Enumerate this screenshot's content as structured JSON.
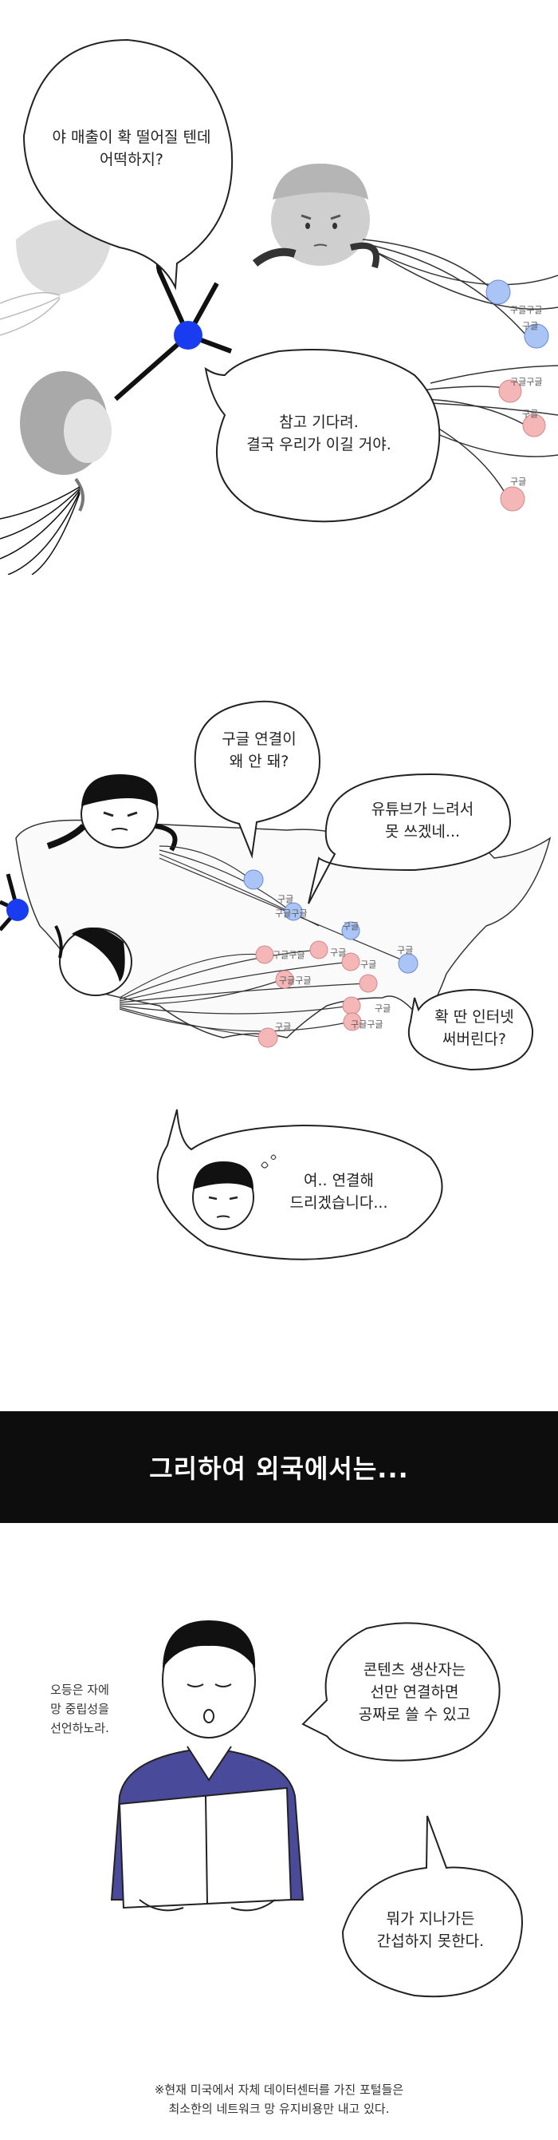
{
  "panel1": {
    "bubble_top": "야 매출이 확 떨어질 텐데\n어떡하지?",
    "bubble_bottom": "참고 기다려.\n결국 우리가 이길 거야.",
    "balloon_tags": [
      "구글구글",
      "구글",
      "구글구글",
      "구글",
      "구글"
    ]
  },
  "panel2": {
    "bubble_google": "구글 연결이\n왜 안 돼?",
    "bubble_youtube": "유튜브가 느려서\n못 쓰겠네...",
    "bubble_internet": "확 딴 인터넷\n써버린다?",
    "bubble_reply": "여.. 연결해\n드리겠습니다...",
    "balloon_tags": [
      "구글",
      "구글구글",
      "구글",
      "구글구글",
      "구글",
      "구글구글",
      "구글",
      "구글",
      "구글",
      "구글구글",
      "구글"
    ]
  },
  "banner": {
    "text": "그리하여 외국에서는..."
  },
  "panel3": {
    "caption": "오등은 자에\n망 중립성을\n선언하노라.",
    "bubble_top": "콘텐츠 생산자는\n선만 연결하면\n공짜로 쓸 수 있고",
    "bubble_bottom": "뭐가 지나가든\n간섭하지 못한다.",
    "footnote": "※현재 미국에서 자체 데이터센터를 가진 포털들은\n최소한의 네트워크 망 유지비용만 내고 있다."
  },
  "colors": {
    "blue_node": "#1a3cf0",
    "balloon_blue": "#a9c4f5",
    "balloon_pink": "#f4b6b6",
    "shirt": "#4a4a9a",
    "grey_figure": "#c8c8c8"
  }
}
